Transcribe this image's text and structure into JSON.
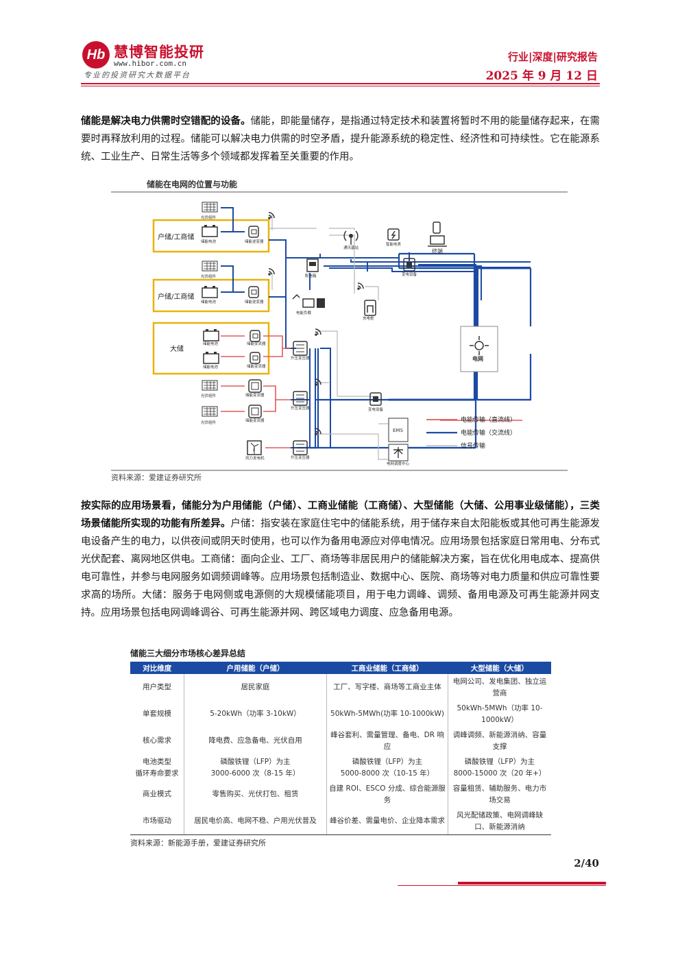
{
  "header": {
    "logo_mark": "Hb",
    "brand_name": "慧博智能投研",
    "brand_url": "www.hibor.com.cn",
    "brand_slogan": "专业的投资研究大数据平台",
    "report_type": "行业|深度|研究报告",
    "report_date": "2025 年 9 月 12 日"
  },
  "para1": {
    "bold": "储能是解决电力供需时空错配的设备。",
    "text": "储能，即能量储存，是指通过特定技术和装置将暂时不用的能量储存起来，在需要时再释放利用的过程。储能可以解决电力供需的时空矛盾，提升能源系统的稳定性、经济性和可持续性。它在能源系统、工业生产、日常生活等多个领域都发挥着至关重要的作用。"
  },
  "figure1": {
    "title": "储能在电网的位置与功能",
    "source": "资料来源：爱建证券研究所",
    "groups": {
      "household_1": "户储/工商储",
      "household_2": "户储/工商储",
      "large": "大储"
    },
    "labels": {
      "pv": "光伏组件",
      "battery": "储能电池",
      "inverter": "储能逆变器",
      "converter": "储能变流器",
      "transformer": "升压变压器",
      "ac_box": "配电箱",
      "load": "电能负载",
      "charger": "充电桩",
      "comm": "通讯基站",
      "smart_meter": "智能电表",
      "ac_cabinet": "变电设备",
      "terminal": "终端",
      "grid": "电网",
      "wind": "风力发电机",
      "dispatch": "电网调度中心",
      "ems": "EMS"
    },
    "legend": [
      {
        "label": "电能传输（直流线）",
        "color": "#e05a5a"
      },
      {
        "label": "电能传输（交流线）",
        "color": "#1b4aa3"
      },
      {
        "label": "信号传输",
        "color": "#b0b0b0"
      }
    ]
  },
  "para2": {
    "bold": "按实际的应用场景看，储能分为户用储能（户储）、工商业储能（工商储）、大型储能（大储、公用事业级储能），三类场景储能所实现的功能有所差异。",
    "text": "户储：指安装在家庭住宅中的储能系统，用于储存来自太阳能板或其他可再生能源发电设备产生的电力，以供夜间或阴天时使用，也可以作为备用电源应对停电情况。应用场景包括家庭日常用电、分布式光伏配套、离网地区供电。工商储：面向企业、工厂、商场等非居民用户的储能解决方案，旨在优化用电成本、提高供电可靠性，并参与电网服务如调频调峰等。应用场景包括制造业、数据中心、医院、商场等对电力质量和供应可靠性要求高的场所。大储：服务于电网侧或电源侧的大规模储能项目，用于电力调峰、调频、备用电源及可再生能源并网支持。应用场景包括电网调峰调谷、可再生能源并网、跨区域电力调度、应急备用电源。"
  },
  "table": {
    "title": "储能三大细分市场核心差异总结",
    "headers": [
      "对比维度",
      "户用储能（户储）",
      "工商业储能（工商储）",
      "大型储能（大储）"
    ],
    "rows": [
      [
        "用户类型",
        "居民家庭",
        "工厂、写字楼、商场等工商业主体",
        "电网公司、发电集团、独立运营商"
      ],
      [
        "单套规模",
        "5-20kWh（功率 3-10kW）",
        "50kWh-5MWh(功率 10-1000kW)",
        "50kWh-5MWh（功率 10-1000kW）"
      ],
      [
        "核心需求",
        "降电费、应急备电、光伏自用",
        "峰谷套利、需量管理、备电、DR 响应",
        "调峰调频、新能源消纳、容量支撑"
      ],
      [
        "电池类型\n循环寿命要求",
        "磷酸铁锂（LFP）为主\n3000-6000 次（8-15 年）",
        "磷酸铁锂（LFP）为主\n5000-8000 次（10-15 年）",
        "磷酸铁锂（LFP）为主\n8000-15000 次（20 年+）"
      ],
      [
        "商业模式",
        "零售购买、光伏打包、租赁",
        "自建 ROI、ESCO 分成、综合能源服务",
        "容量租赁、辅助服务、电力市场交易"
      ],
      [
        "市场驱动",
        "居民电价高、电网不稳、户用光伏普及",
        "峰谷价差、需量电价、企业降本需求",
        "风光配储政策、电网调峰缺口、新能源消纳"
      ]
    ],
    "source": "资料来源：新能源手册，爱建证券研究所"
  },
  "footer": {
    "page": "2/40"
  }
}
